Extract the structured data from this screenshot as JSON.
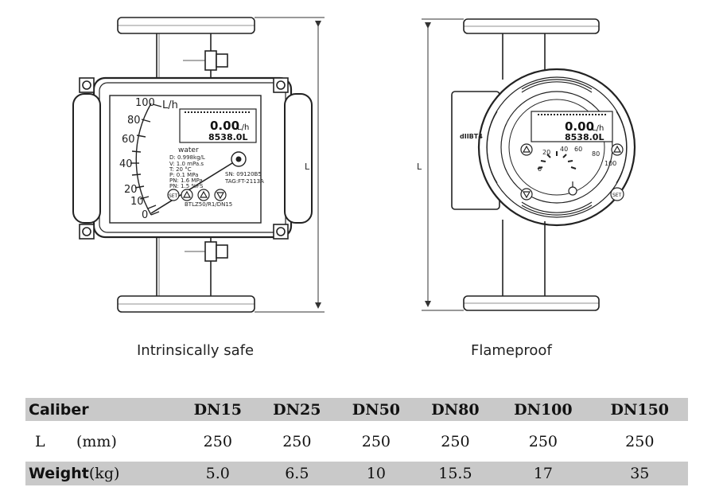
{
  "left_meter": {
    "scale_unit": "L/h",
    "scale_ticks": [
      "100",
      "80",
      "60",
      "40",
      "20",
      "10",
      "0"
    ],
    "display_value": "0.00",
    "display_unit": "L/h",
    "display_total": "8538.0L",
    "medium": "water",
    "specs": [
      "D: 0.998kg/L",
      "V: 1.0 mPa.s",
      "T: 20 °C",
      "P: 0.1 MPa",
      "PN: 1.6 MPa",
      "PN: 1.5 %FS"
    ],
    "serial": "SN: 09120B5",
    "tag": "TAG:FT-2113A",
    "model": "BTLZ50/R1/DN15",
    "set_label": "SET"
  },
  "right_meter": {
    "display_value": "0.00",
    "display_unit": "L/h",
    "display_total": "8538.0L",
    "scale_ticks": [
      "0",
      "20",
      "40",
      "60",
      "80",
      "100"
    ],
    "side_label": "dIIBT4",
    "set_label": "SET"
  },
  "dimension_label": "L",
  "captions": {
    "left": "Intrinsically safe",
    "right": "Flameproof"
  },
  "table": {
    "header_label": "Caliber",
    "columns": [
      "DN15",
      "DN25",
      "DN50",
      "DN80",
      "DN100",
      "DN150"
    ],
    "length_label": "L",
    "length_unit": "(mm)",
    "length_values": [
      "250",
      "250",
      "250",
      "250",
      "250",
      "250"
    ],
    "weight_label": "Weight",
    "weight_unit": "(kg)",
    "weight_values": [
      "5.0",
      "6.5",
      "10",
      "15.5",
      "17",
      "35"
    ]
  }
}
